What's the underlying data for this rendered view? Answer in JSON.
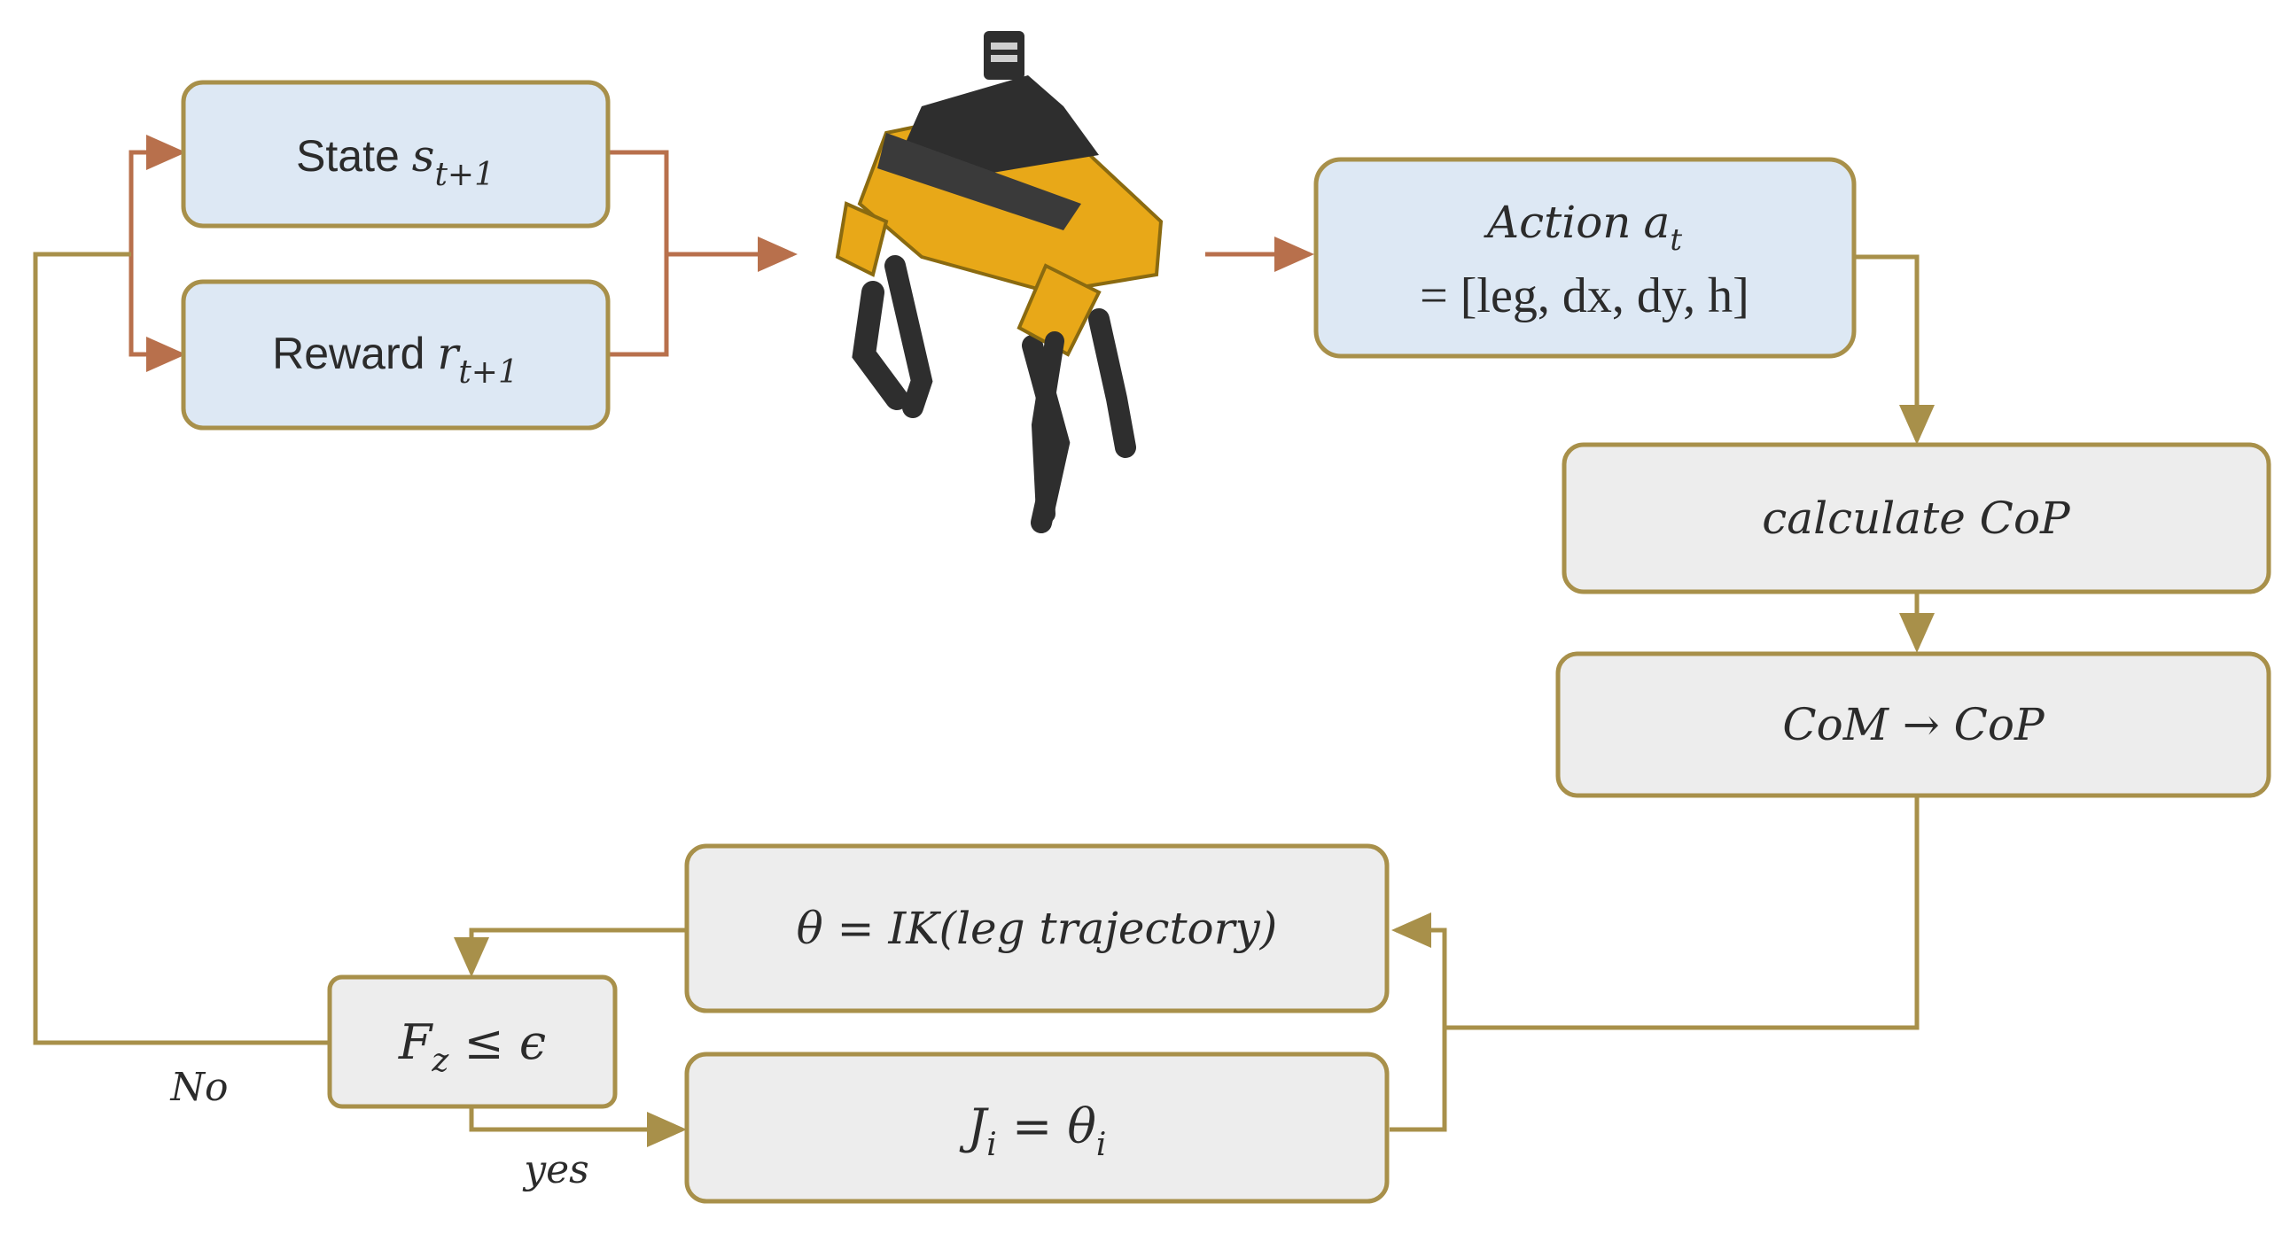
{
  "nodes": {
    "state": {
      "label": "State",
      "var": "s",
      "sub": "t+1"
    },
    "reward": {
      "label": "Reward",
      "var": "r",
      "sub": "t+1"
    },
    "action": {
      "label": "Action",
      "var": "a",
      "sub": "t",
      "line2": "= [leg, dx, dy, h]"
    },
    "calc_cop": {
      "label": "calculate CoP"
    },
    "com_cop": {
      "label": "CoM → CoP"
    },
    "ik": {
      "label": "θ = IK(leg trajectory)"
    },
    "joint": {
      "var": "J",
      "sub": "i",
      "eq": " = θ",
      "sub2": "i"
    },
    "condition": {
      "var": "F",
      "sub": "z",
      "rest": " ≤ ϵ"
    }
  },
  "edge_labels": {
    "no": "No",
    "yes": "yes"
  },
  "robot": {
    "icon": "quadruped-robot-icon",
    "body_color": "#e8a818",
    "leg_color": "#2e2e2e"
  },
  "colors": {
    "box_border": "#a8904a",
    "blue_fill": "#dde8f4",
    "gray_fill": "#ededed",
    "agent_arrow": "#b8704c"
  }
}
